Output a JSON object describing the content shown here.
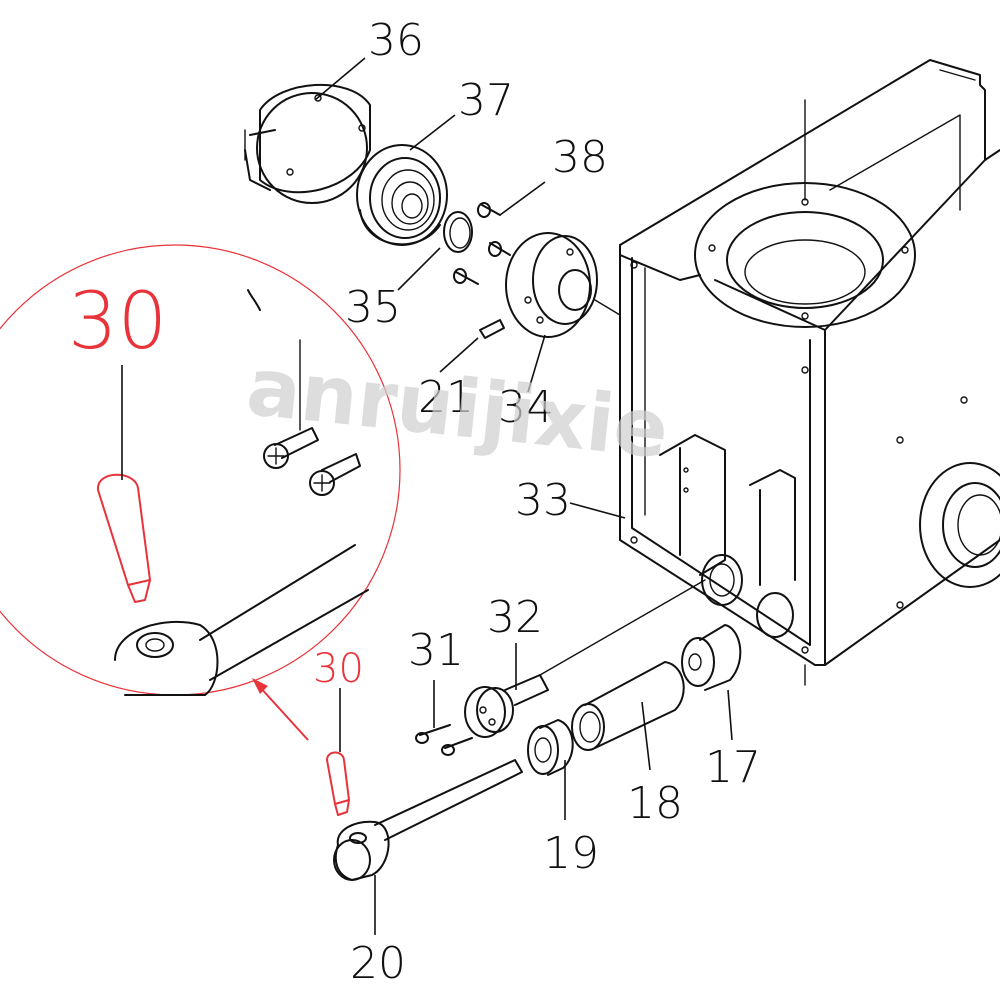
{
  "callouts": {
    "p36": "36",
    "p37": "37",
    "p38": "38",
    "p35": "35",
    "p21": "21",
    "p34": "34",
    "p33": "33",
    "p32": "32",
    "p31": "31",
    "p30": "30",
    "p30_zoom": "30",
    "p17": "17",
    "p18": "18",
    "p19": "19",
    "p20": "20"
  },
  "watermark": "anruijixie",
  "colors": {
    "line": "#111111",
    "highlight": "#e8333a",
    "watermark": "#cfcfcf"
  }
}
